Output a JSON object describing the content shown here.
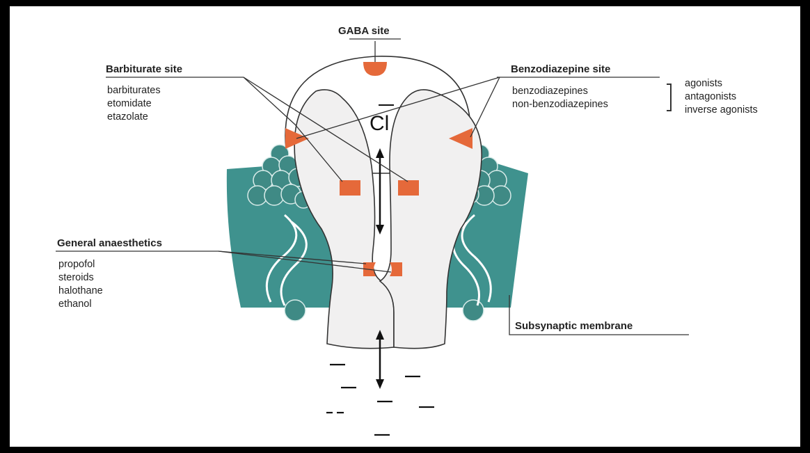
{
  "labels": {
    "gaba_site": "GABA site",
    "barbiturate_site": "Barbiturate site",
    "benzodiazepine_site": "Benzodiazepine site",
    "general_anaesthetics": "General anaesthetics",
    "subsynaptic_membrane": "Subsynaptic membrane",
    "ion": "Cl"
  },
  "barbiturate_items": [
    "barbiturates",
    "etomidate",
    "etazolate"
  ],
  "benzodiazepine_items": [
    "benzodiazepines",
    "non-benzodiazepines"
  ],
  "benzodiazepine_actions": [
    "agonists",
    "antagonists",
    "inverse agonists"
  ],
  "anaesthetic_items": [
    "propofol",
    "steroids",
    "halothane",
    "ethanol"
  ],
  "colors": {
    "membrane": "#3f928e",
    "bead": "#3f8a85",
    "site": "#e5693a",
    "channel": "#f1f0f0"
  }
}
